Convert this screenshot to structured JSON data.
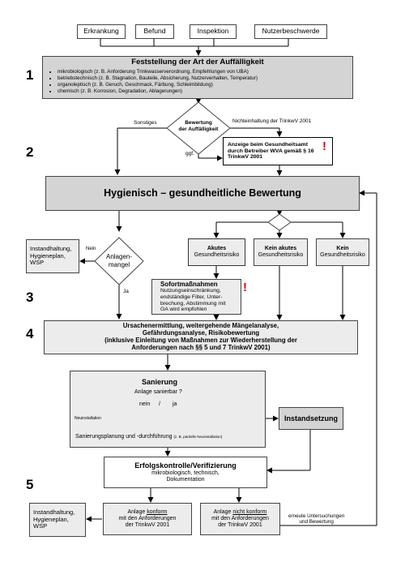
{
  "triggers": [
    "Erkrankung",
    "Befund",
    "Inspektion",
    "Nutzerbeschwerde"
  ],
  "steps": [
    "1",
    "2",
    "3",
    "4",
    "5"
  ],
  "feststellung": {
    "title": "Feststellung der Art der Auffälligkeit",
    "items": [
      "mikrobiologisch  (z. B. Anforderung Trinkwasserverordnung,  Empfehlungen von UBA)",
      "betriebstechnisch  (z. B. Stagnation,  Bauteile, Absicherung, Nutzerverhalten, Temperatur)",
      "organoleptisch  (z. B. Geruch, Geschmack, Färbung, Schleimbildung)",
      "chemisch (z. B. Korrosion, Degradation, Ablagerungen)"
    ]
  },
  "bewertung_diamond": {
    "line1": "Bewertung",
    "line2": "der Auffälligkeit"
  },
  "label_sonstiges": "Sonstiges",
  "label_nichteinhaltung": "Nichteinhaltung  der TrinkwV 2001",
  "label_ggf": "ggf.",
  "anzeige": {
    "line1": "Anzeige beim Gesundheitsamt",
    "line2": "durch Betreiber WVA gemäß § 16",
    "line3": "TrinkwV 2001"
  },
  "exclamation": "!",
  "hygienisch": "Hygienisch – gesundheitliche Bewertung",
  "instandhaltung_top": {
    "line1": "Instandhaltung,",
    "line2": "Hygieneplan,",
    "line3": "WSP"
  },
  "anlagenmangel": {
    "line1": "Anlagen-",
    "line2": "mangel"
  },
  "label_nein": "Nein",
  "label_ja": "Ja",
  "risk_acute": {
    "title": "Akutes",
    "sub": "Gesundheitsrisiko"
  },
  "risk_not_acute": {
    "title": "Kein akutes",
    "sub": "Gesundheitsrisiko"
  },
  "risk_none": {
    "title": "Kein",
    "sub": "Gesundheitsrisiko"
  },
  "sofort": {
    "title": "Sofortmaßnahmen",
    "lines": [
      "Nutzungseinschränkung,",
      "endständige Filter, Unter-",
      "brechung, Abstimmung mit",
      "GA wird empfohlen"
    ]
  },
  "ursachen": {
    "lines": [
      "Ursachenermittlung, weitergehende Mängelanalyse,",
      "Gefährdungsanalyse, Risikobewertung",
      "(inklusive Einleitung von Maßnahmen zur Wiederherstellung der",
      "Anforderungen nach §§ 5 und 7 TrinkwV 2001)"
    ]
  },
  "sanierung": {
    "title": "Sanierung",
    "question": "Anlage sanierbar ?",
    "nein": "nein",
    "slash": "/",
    "ja": "ja",
    "neuinstallation": "Neuinstallation",
    "planung": "Sanierungsplanung und -durchführung",
    "planung_note": "(z. B. partielle Neuinstallation)"
  },
  "instandsetzung": "Instandsetzung",
  "erfolg": {
    "title": "Erfolgskontrolle/Verifizierung",
    "line1": "mikrobiologisch, technisch,",
    "line2": "Dokumentation"
  },
  "instandhaltung_bottom": {
    "line1": "Instandhaltung,",
    "line2": "Hygieneplan,",
    "line3": "WSP"
  },
  "konform": {
    "pre": "Anlage ",
    "word": "konform",
    "line2": "mit den Anforderungen",
    "line3": "der TrinkwV 2001"
  },
  "nicht_konform": {
    "pre": "Anlage ",
    "word": "nicht konform",
    "line2": "mit den Anforderungen",
    "line3": "der TrinkwV 2001"
  },
  "erneute": {
    "line1": "erneute  Untersuchungen",
    "line2": "und Bewertung"
  }
}
